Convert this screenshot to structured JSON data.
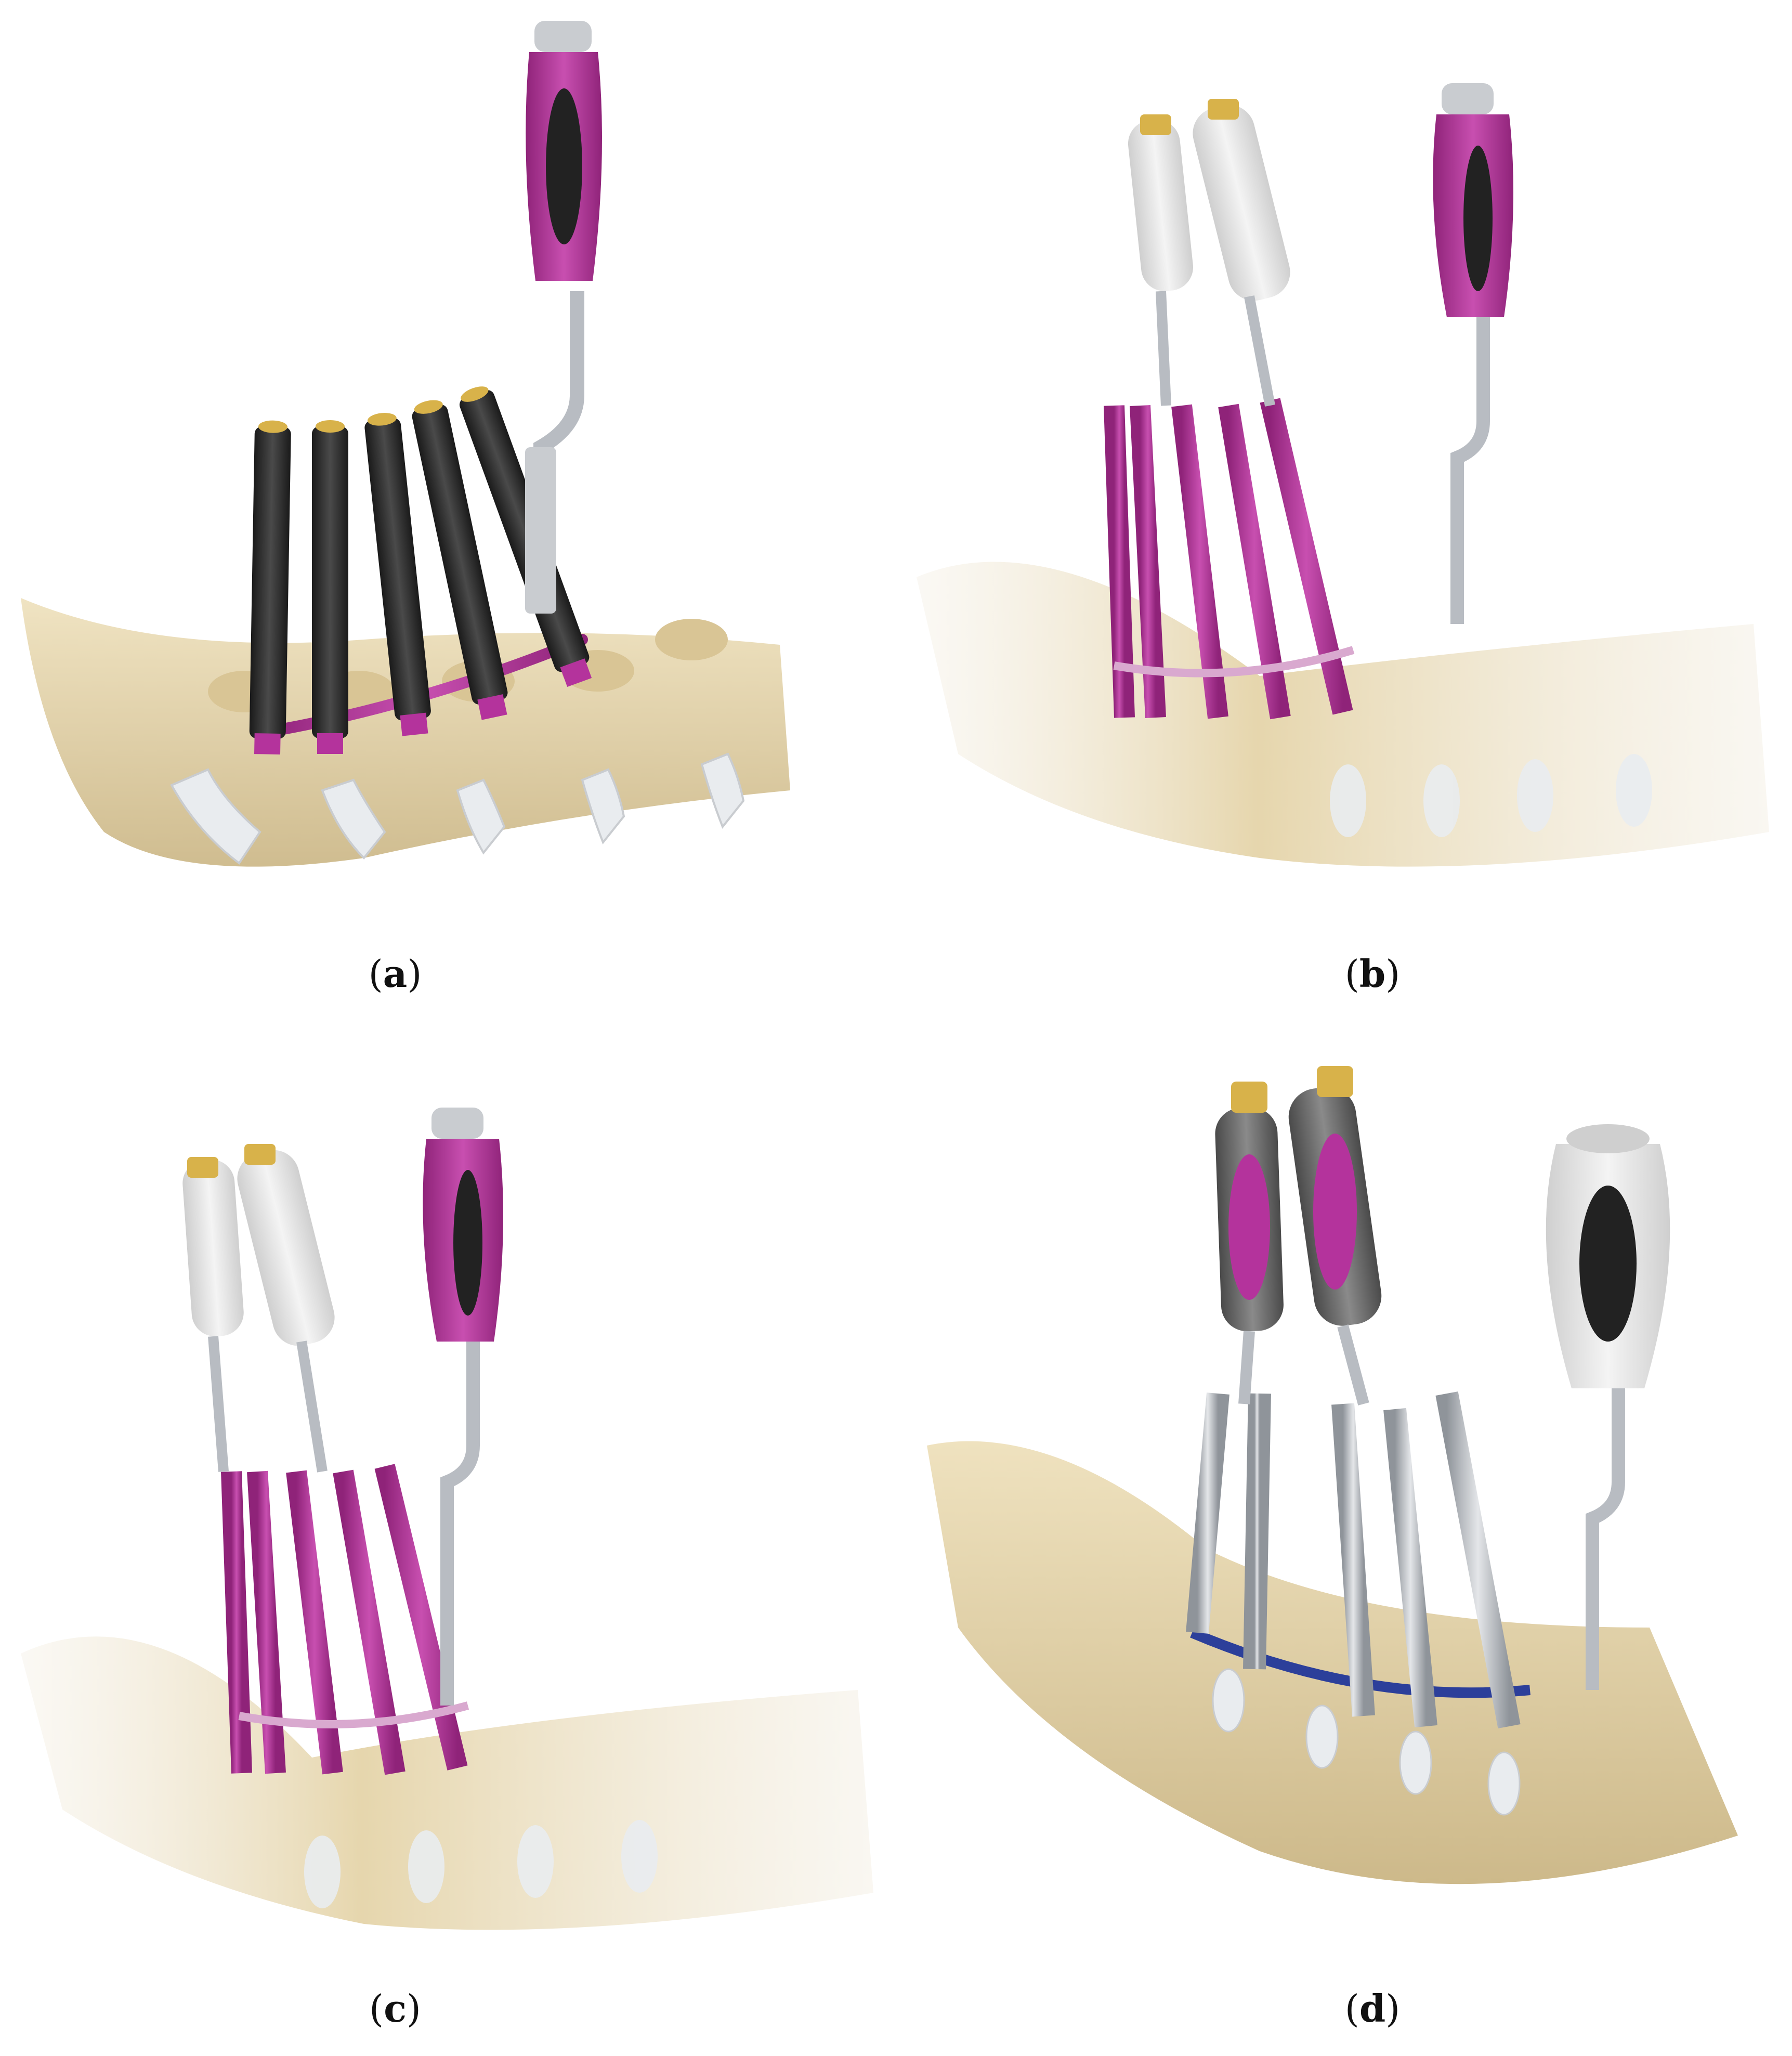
{
  "figure": {
    "panels": [
      {
        "id": "a",
        "caption": "a"
      },
      {
        "id": "b",
        "caption": "b"
      },
      {
        "id": "c",
        "caption": "c"
      },
      {
        "id": "d",
        "caption": "d"
      }
    ]
  },
  "colors": {
    "accent_purple": "#b4339c",
    "bone": "#e6d6ad",
    "disc": "#e9ecef",
    "handle_black": "#2b2b2b",
    "handle_white": "#e8e8e8",
    "tip_gold": "#d8b24a",
    "rod_blue": "#2c3f9a",
    "steel": "#b8bcc2"
  }
}
